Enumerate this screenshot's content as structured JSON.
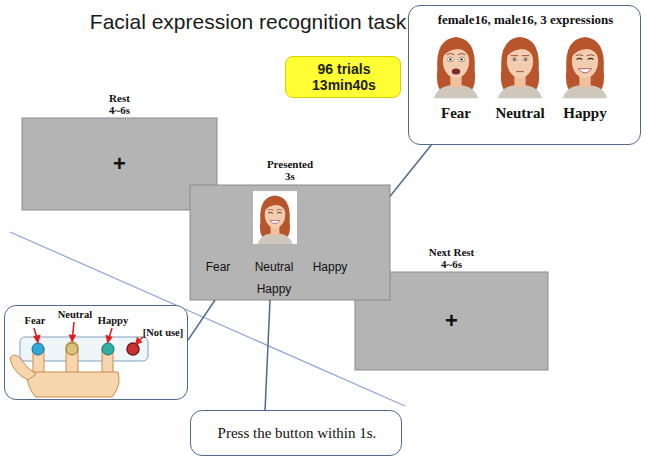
{
  "diagram": {
    "title": "Facial expression recognition task",
    "nodes": [
      {
        "text": [
          "Rest 4~6s",
          "+"
        ]
      },
      {
        "text": [
          "96 trials 13min40s"
        ]
      },
      {
        "text": [
          "female16, male16, 3 expressions"
        ]
      },
      {
        "text": [
          "Presented 3s",
          "Fear",
          "Neutral",
          "Happy",
          "Happy"
        ]
      },
      {
        "text": [
          "Fear",
          "Neutral",
          "Happy",
          "[Not use]"
        ]
      },
      {
        "text": [
          "Next Rest 4~6s",
          "+"
        ]
      },
      {
        "text": [
          "Press the button within 1s."
        ]
      }
    ],
    "edges": [
      {
        "from": 3,
        "to": 2,
        "arrow": "none"
      },
      {
        "from": 3,
        "to": 4,
        "arrow": "none"
      },
      {
        "from": 3,
        "to": 6,
        "arrow": "none"
      }
    ],
    "labels": [
      "Fear",
      "Neutral",
      "Happy"
    ]
  }
}
